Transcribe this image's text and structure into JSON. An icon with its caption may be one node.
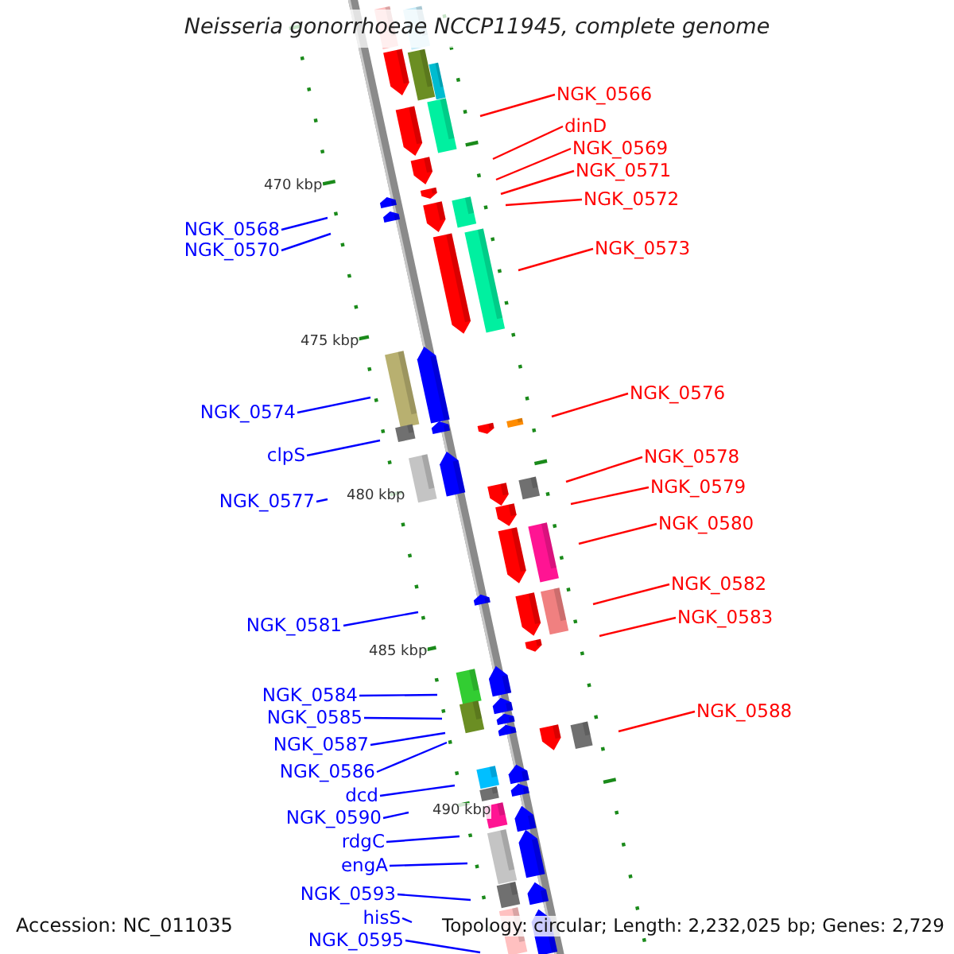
{
  "diagram": {
    "title": "Neisseria gonorrhoeae NCCP11945, complete genome",
    "nodes": [
      {
        "text": [
          "NGK_0566"
        ]
      },
      {
        "text": [
          "dinD"
        ]
      },
      {
        "text": [
          "NGK_0569"
        ]
      },
      {
        "text": [
          "NGK_0571"
        ]
      },
      {
        "text": [
          "NGK_0572"
        ]
      },
      {
        "text": [
          "NGK_0568"
        ]
      },
      {
        "text": [
          "NGK_0570"
        ]
      },
      {
        "text": [
          "NGK_0573"
        ]
      },
      {
        "text": [
          "NGK_0576"
        ]
      },
      {
        "text": [
          "NGK_0574"
        ]
      },
      {
        "text": [
          "clpS"
        ]
      },
      {
        "text": [
          "NGK_0578"
        ]
      },
      {
        "text": [
          "NGK_0579"
        ]
      },
      {
        "text": [
          "NGK_0577"
        ]
      },
      {
        "text": [
          "NGK_0580"
        ]
      },
      {
        "text": [
          "NGK_0582"
        ]
      },
      {
        "text": [
          "NGK_0583"
        ]
      },
      {
        "text": [
          "NGK_0581"
        ]
      },
      {
        "text": [
          "NGK_0584"
        ]
      },
      {
        "text": [
          "NGK_0588"
        ]
      },
      {
        "text": [
          "NGK_0585"
        ]
      },
      {
        "text": [
          "NGK_0587"
        ]
      },
      {
        "text": [
          "NGK_0586"
        ]
      },
      {
        "text": [
          "dcd"
        ]
      },
      {
        "text": [
          "NGK_0590"
        ]
      },
      {
        "text": [
          "rdgC"
        ]
      },
      {
        "text": [
          "engA"
        ]
      },
      {
        "text": [
          "NGK_0593"
        ]
      },
      {
        "text": [
          "hisS"
        ]
      },
      {
        "text": [
          "NGK_0595"
        ]
      }
    ],
    "edges": [
      {
        "from": 0,
        "to": null,
        "arrow": "none",
        "color": "#ff0000"
      },
      {
        "from": 1,
        "to": null,
        "arrow": "none",
        "color": "#ff0000"
      },
      {
        "from": 2,
        "to": null,
        "arrow": "none",
        "color": "#ff0000"
      },
      {
        "from": 3,
        "to": null,
        "arrow": "none",
        "color": "#ff0000"
      },
      {
        "from": 4,
        "to": null,
        "arrow": "none",
        "color": "#ff0000"
      },
      {
        "from": 5,
        "to": null,
        "arrow": "none"
      },
      {
        "from": 6,
        "to": null,
        "arrow": "none"
      },
      {
        "from": 7,
        "to": null,
        "arrow": "none",
        "color": "#ff0000"
      },
      {
        "from": 8,
        "to": null,
        "arrow": "none",
        "color": "#ff0000"
      },
      {
        "from": 9,
        "to": null,
        "arrow": "none"
      },
      {
        "from": 10,
        "to": null,
        "arrow": "none"
      },
      {
        "from": 11,
        "to": null,
        "arrow": "none",
        "color": "#ff0000"
      },
      {
        "from": 12,
        "to": null,
        "arrow": "none",
        "color": "#ff0000"
      },
      {
        "from": 13,
        "to": null,
        "arrow": "none"
      },
      {
        "from": 14,
        "to": null,
        "arrow": "none",
        "color": "#ff0000"
      },
      {
        "from": 15,
        "to": null,
        "arrow": "none",
        "color": "#ff0000"
      },
      {
        "from": 16,
        "to": null,
        "arrow": "none",
        "color": "#ff0000"
      },
      {
        "from": 17,
        "to": null,
        "arrow": "none"
      },
      {
        "from": 18,
        "to": null,
        "arrow": "none"
      },
      {
        "from": 19,
        "to": null,
        "arrow": "none",
        "color": "#ff0000"
      },
      {
        "from": 20,
        "to": null,
        "arrow": "none"
      },
      {
        "from": 21,
        "to": null,
        "arrow": "none"
      },
      {
        "from": 22,
        "to": null,
        "arrow": "none"
      },
      {
        "from": 23,
        "to": null,
        "arrow": "none"
      },
      {
        "from": 24,
        "to": null,
        "arrow": "none"
      },
      {
        "from": 25,
        "to": null,
        "arrow": "none"
      },
      {
        "from": 26,
        "to": null,
        "arrow": "none"
      },
      {
        "from": 27,
        "to": null,
        "arrow": "none"
      },
      {
        "from": 28,
        "to": null,
        "arrow": "none"
      },
      {
        "from": 29,
        "to": null,
        "arrow": "none"
      }
    ],
    "labels": [
      "470 kbp",
      "475 kbp",
      "480 kbp",
      "485 kbp",
      "490 kbp",
      "Accession: NC_011035",
      "Topology: circular; Length: 2,232,025 bp; Genes: 2,729"
    ]
  }
}
